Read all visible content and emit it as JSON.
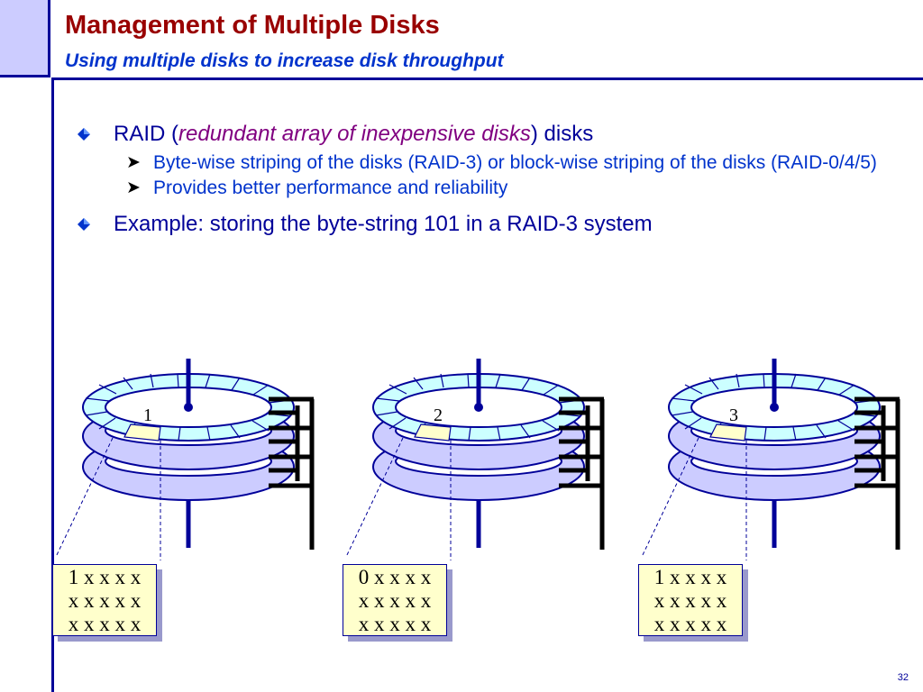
{
  "slide": {
    "title": "Management of Multiple Disks",
    "subtitle": "Using multiple disks to increase disk throughput",
    "page_number": "32"
  },
  "bullets": [
    {
      "pre": "RAID (",
      "italic": "redundant array of inexpensive disks",
      "post": ") disks",
      "sub": [
        "Byte-wise striping of the disks (RAID-3) or block-wise striping of the disks (RAID-0/4/5)",
        "Provides better performance and reliability"
      ]
    },
    {
      "text": "Example: storing the byte-string 101 in a RAID-3 system"
    }
  ],
  "disks": [
    {
      "label": "1",
      "block_lines": [
        "1 x x x x",
        "x x x x x",
        "x x x x x"
      ]
    },
    {
      "label": "2",
      "block_lines": [
        "0 x x x x",
        "x x x x x",
        "x x x x x"
      ]
    },
    {
      "label": "3",
      "block_lines": [
        "1 x x x x",
        "x x x x x",
        "x x x x x"
      ]
    }
  ],
  "colors": {
    "title": "#990000",
    "subtitle": "#0033cc",
    "accent_frame": "#000099",
    "platter_fill": "#ccccff",
    "track_fill": "#ccffff",
    "highlight_sector": "#ffffcc"
  }
}
